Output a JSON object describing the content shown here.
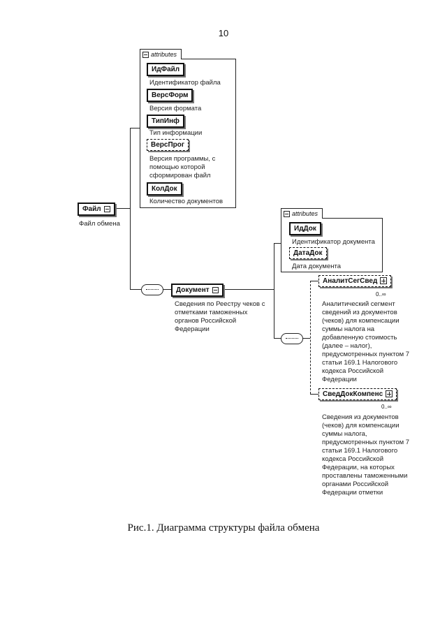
{
  "page_number": "10",
  "attributes_label": "attributes",
  "root": {
    "name": "Файл",
    "desc": "Файл обмена"
  },
  "file_attributes": [
    {
      "name": "ИдФайл",
      "desc": "Идентификатор файла"
    },
    {
      "name": "ВерсФорм",
      "desc": "Версия формата"
    },
    {
      "name": "ТипИнф",
      "desc": "Тип информации"
    },
    {
      "name": "ВерсПрог",
      "desc": "Версия программы, с помощью которой сформирован файл"
    },
    {
      "name": "КолДок",
      "desc": "Количество документов"
    }
  ],
  "document": {
    "name": "Документ",
    "desc": "Сведения по Реестру чеков с отметками таможенных органов Российской Федерации"
  },
  "document_attributes": [
    {
      "name": "ИдДок",
      "desc": "Идентификатор документа"
    },
    {
      "name": "ДатаДок",
      "desc": "Дата документа"
    }
  ],
  "children": [
    {
      "name": "АналитСегСвед",
      "cardinality": "0..∞",
      "desc": "Аналитический сегмент сведений из документов (чеков) для компенсации суммы налога на добавленную стоимость (далее – налог), предусмотренных пунктом 7 статьи 169.1 Налогового кодекса Российской Федерации"
    },
    {
      "name": "СведДокКомпенс",
      "cardinality": "0..∞",
      "desc": "Сведения из документов (чеков) для компенсации суммы налога, предусмотренных пунктом 7 статьи 169.1 Налогового кодекса Российской Федерации, на которых проставлены таможенными органами Российской Федерации отметки"
    }
  ],
  "caption": "Рис.1. Диаграмма структуры файла обмена"
}
